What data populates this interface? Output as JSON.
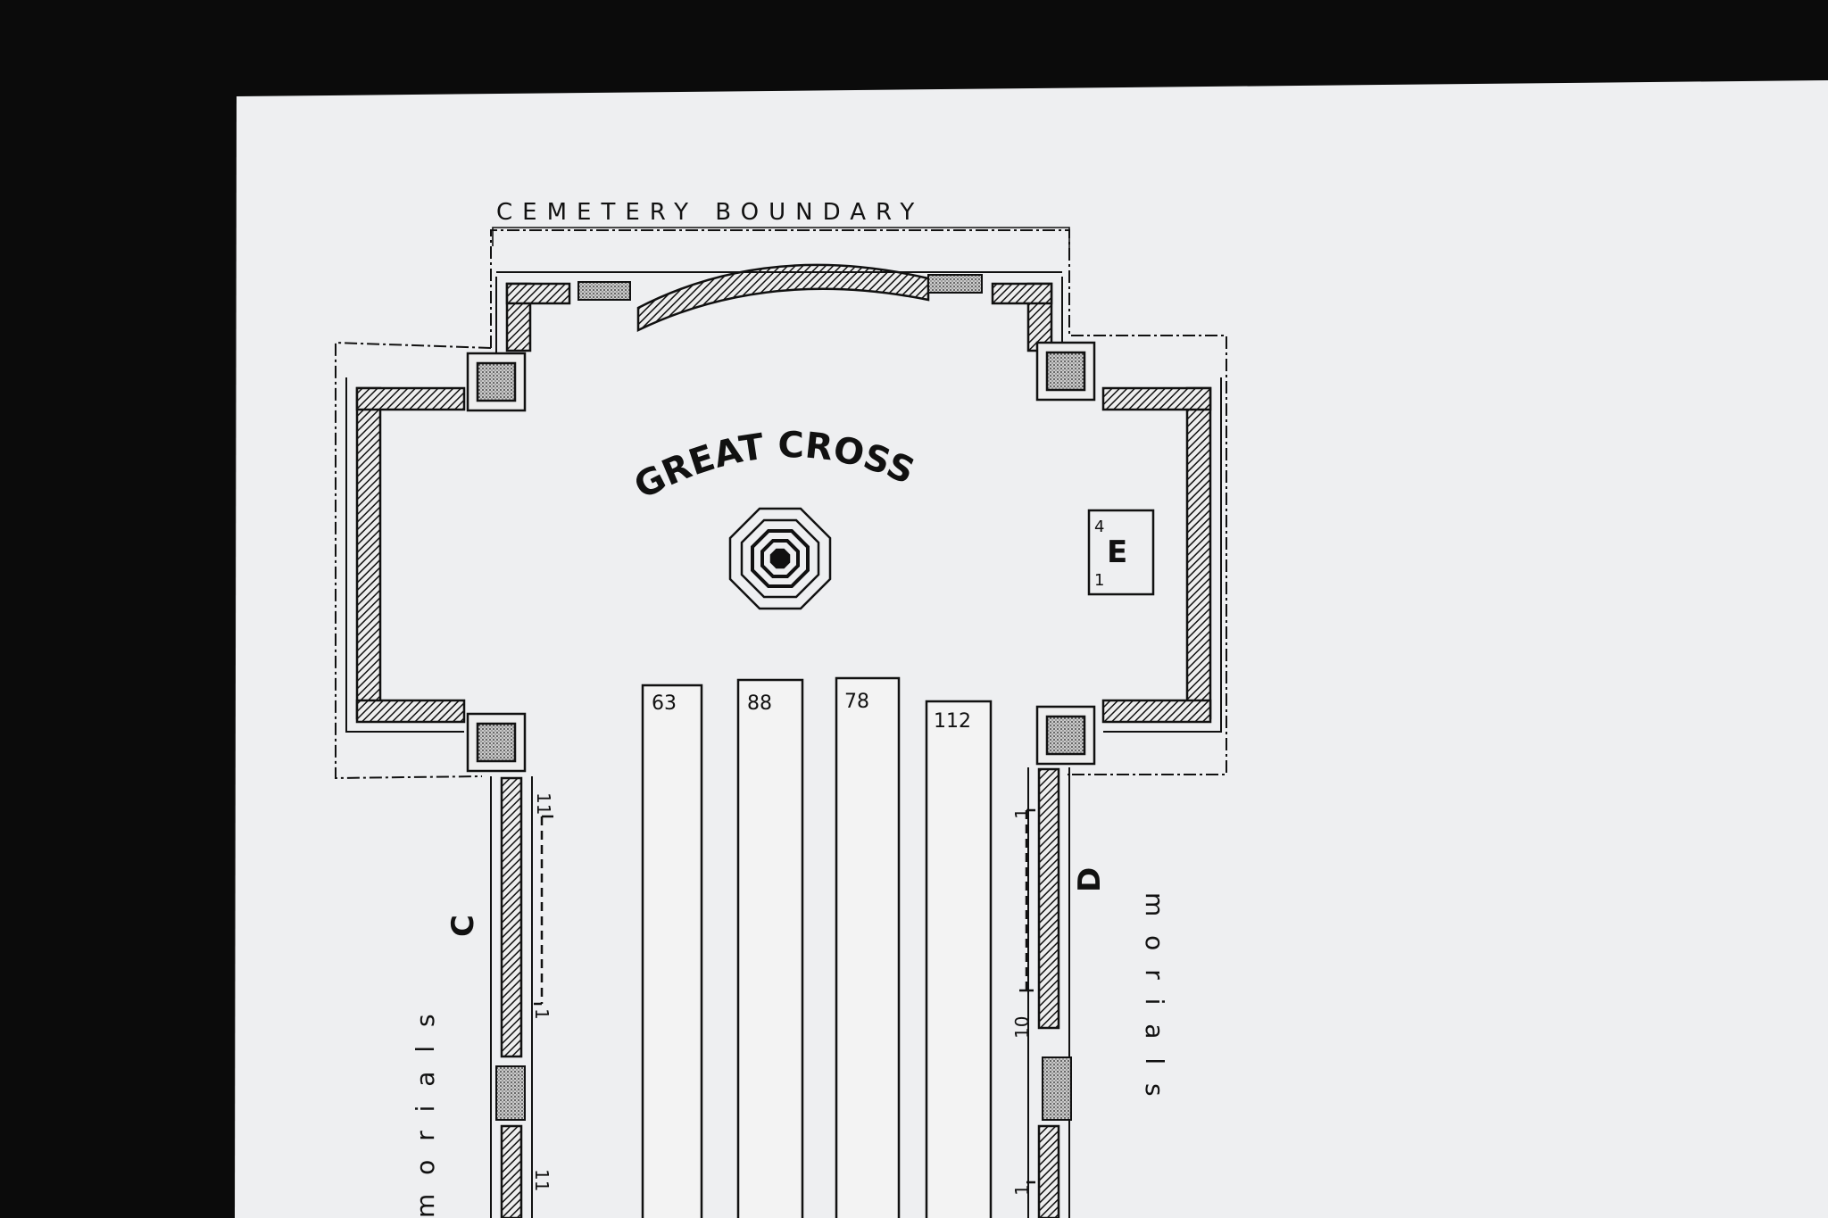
{
  "plan": {
    "boundary_label": "CEMETERY BOUNDARY",
    "monument_label": "GREAT CROSS",
    "plot_e": {
      "letter": "E",
      "top_number": "4",
      "bottom_number": "1"
    },
    "rows": [
      {
        "number": "63"
      },
      {
        "number": "88"
      },
      {
        "number": "78"
      },
      {
        "number": "112"
      }
    ],
    "section_c": {
      "letter": "C",
      "side_label": "m o r i a l s",
      "upper_top": "11",
      "upper_bottom": "1",
      "lower_top": "11"
    },
    "section_d": {
      "letter": "D",
      "side_label": "m o r i a l s",
      "upper_top": "1",
      "upper_bottom": "10",
      "lower_top": "1"
    },
    "colors": {
      "paper": "#eeeff1",
      "ink": "#111111",
      "background": "#0b0b0b"
    }
  }
}
